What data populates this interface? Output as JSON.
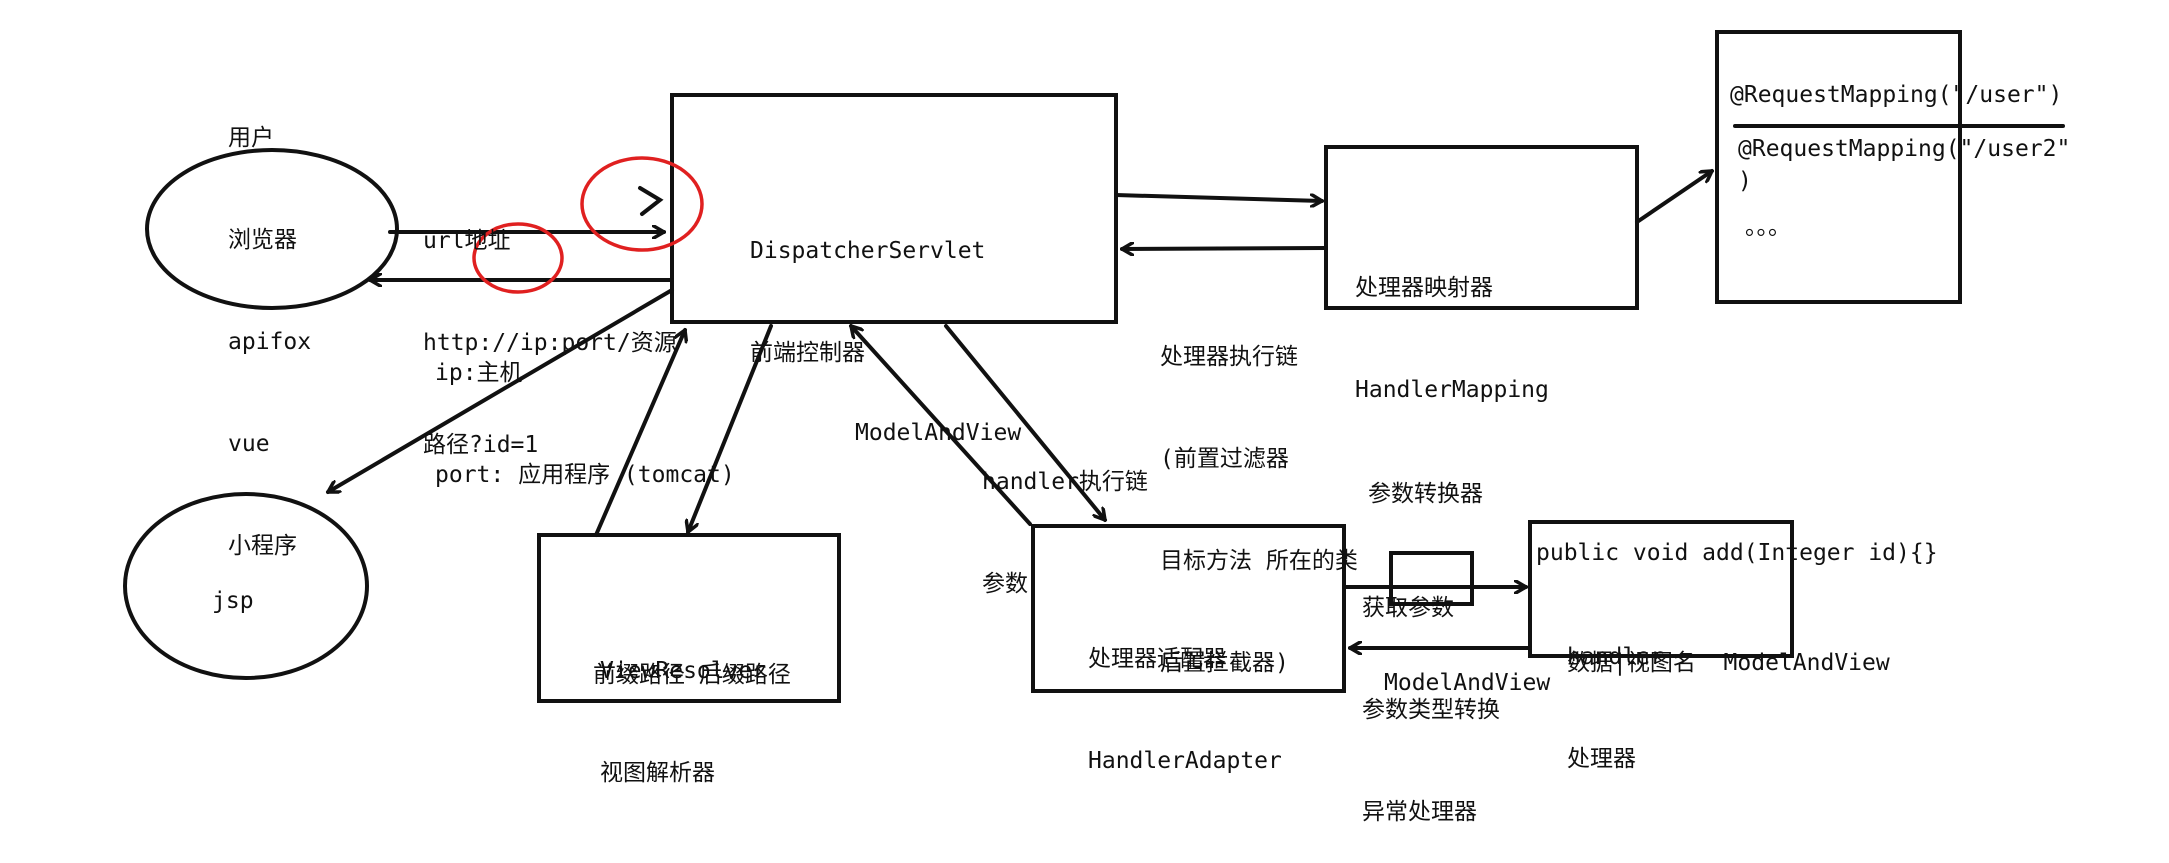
{
  "user": {
    "title": "用户",
    "clients": [
      "浏览器",
      "apifox",
      "vue",
      "小程序"
    ]
  },
  "request": {
    "lines": [
      "url地址",
      "http://ip:port/资源",
      "路径?id=1"
    ]
  },
  "ip_port_note": {
    "lines": [
      "ip:主机",
      "port: 应用程序 (tomcat)"
    ]
  },
  "dispatcher": {
    "lines": [
      "DispatcherServlet",
      "前端控制器"
    ]
  },
  "handler_mapping": {
    "lines": [
      "处理器映射器",
      "HandlerMapping"
    ]
  },
  "mappings": {
    "first": "@RequestMapping(\"/user\")",
    "second": "@RequestMapping(\"/user2\"",
    "second_close": ")",
    "more": "。。。"
  },
  "handler_chain_note": {
    "lines": [
      "处理器执行链",
      "(前置过滤器",
      "目标方法 所在的类",
      "后置拦截器)"
    ]
  },
  "jsp": "jsp",
  "view_resolver": {
    "lines": [
      "ViewResolver",
      "视图解析器",
      "前缀路径 后缀路径"
    ]
  },
  "handler_adapter": {
    "lines": [
      "处理器适配器",
      "HandlerAdapter"
    ]
  },
  "model_and_view_left": "ModelAndView",
  "handler_chain_params": {
    "lines": [
      "handler执行链",
      "参数"
    ]
  },
  "param_converter": "参数转换器",
  "adapter_steps": {
    "lines": [
      "获取参数",
      "参数类型转换",
      "异常处理器"
    ]
  },
  "handler_method": {
    "signature": "public void add(Integer id){}",
    "lines": [
      "handler",
      "处理器"
    ],
    "returns": "数据|视图名  ModelAndView"
  },
  "model_and_view_bottom": "ModelAndView",
  "colors": {
    "ink": "#111111",
    "highlight": "#e02020"
  }
}
